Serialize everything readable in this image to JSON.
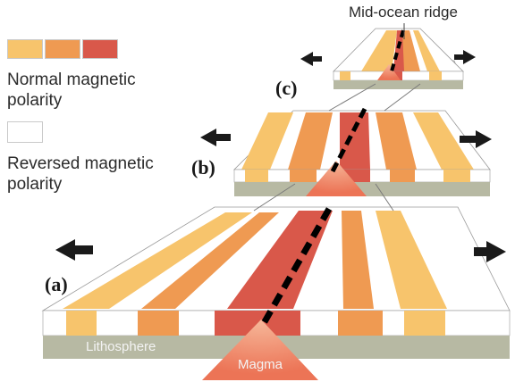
{
  "legend": {
    "colors": [
      "#f7c46c",
      "#ef9a52",
      "#d9584a"
    ],
    "reversed_color": "#ffffff",
    "normal_line1": "Normal magnetic",
    "normal_line2": "polarity",
    "reversed_line1": "Reversed magnetic",
    "reversed_line2": "polarity"
  },
  "labels": {
    "ridge": "Mid-ocean ridge",
    "stage_a": "(a)",
    "stage_b": "(b)",
    "stage_c": "(c)",
    "lithosphere": "Lithosphere",
    "magma": "Magma"
  },
  "colors": {
    "lithosphere": "#b7b9a3",
    "magma": "#ee7b5b",
    "ridge_axis": "#000000",
    "arrow": "#1a1a1a"
  }
}
